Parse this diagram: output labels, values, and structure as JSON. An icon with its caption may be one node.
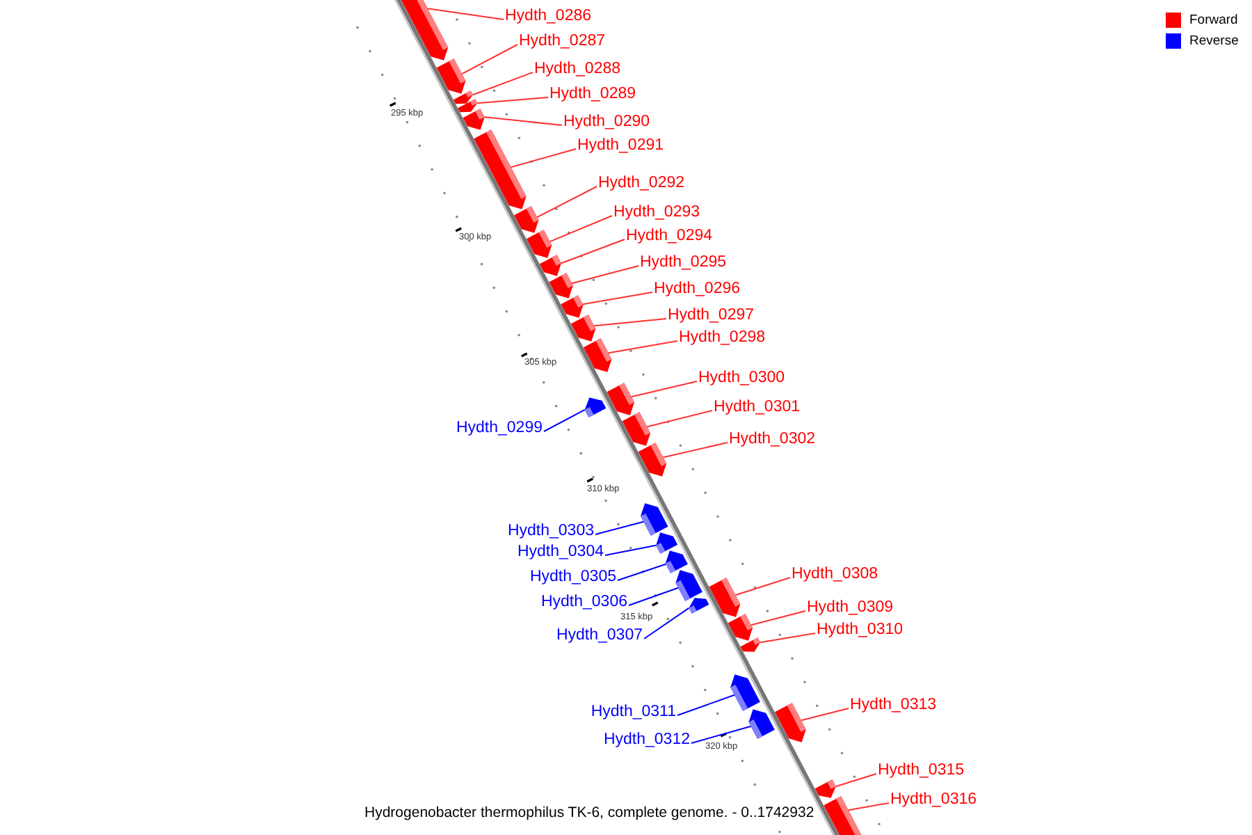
{
  "diagram": {
    "caption": "Hydrogenobacter thermophilus TK-6, complete genome. - 0..1742932",
    "nodes": [
      {
        "text": [
          "Hydth_0286"
        ]
      },
      {
        "text": [],
        "shape": "bar"
      },
      {
        "text": [
          "Hydth_0287"
        ]
      },
      {
        "text": [],
        "shape": "bar"
      },
      {
        "text": [
          "Hydth_0288"
        ]
      },
      {
        "text": [],
        "shape": "bar"
      },
      {
        "text": [
          "Hydth_0289"
        ]
      },
      {
        "text": [],
        "shape": "bar"
      },
      {
        "text": [
          "Hydth_0290"
        ]
      },
      {
        "text": [],
        "shape": "bar"
      },
      {
        "text": [
          "Hydth_0291"
        ]
      },
      {
        "text": [],
        "shape": "bar"
      },
      {
        "text": [
          "Hydth_0292"
        ]
      },
      {
        "text": [],
        "shape": "bar"
      },
      {
        "text": [
          "Hydth_0293"
        ]
      },
      {
        "text": [],
        "shape": "bar"
      },
      {
        "text": [
          "Hydth_0294"
        ]
      },
      {
        "text": [],
        "shape": "bar"
      },
      {
        "text": [
          "Hydth_0295"
        ]
      },
      {
        "text": [],
        "shape": "bar"
      },
      {
        "text": [
          "Hydth_0296"
        ]
      },
      {
        "text": [],
        "shape": "bar"
      },
      {
        "text": [
          "Hydth_0297"
        ]
      },
      {
        "text": [],
        "shape": "bar"
      },
      {
        "text": [
          "Hydth_0298"
        ]
      },
      {
        "text": [],
        "shape": "bar"
      },
      {
        "text": [
          "Hydth_0299"
        ]
      },
      {
        "text": [],
        "shape": "bar"
      },
      {
        "text": [
          "Hydth_0300"
        ]
      },
      {
        "text": [],
        "shape": "bar"
      },
      {
        "text": [
          "Hydth_0301"
        ]
      },
      {
        "text": [],
        "shape": "bar"
      },
      {
        "text": [
          "Hydth_0302"
        ]
      },
      {
        "text": [],
        "shape": "bar"
      },
      {
        "text": [
          "Hydth_0303"
        ]
      },
      {
        "text": [],
        "shape": "bar"
      },
      {
        "text": [
          "Hydth_0304"
        ]
      },
      {
        "text": [],
        "shape": "bar"
      },
      {
        "text": [
          "Hydth_0305"
        ]
      },
      {
        "text": [],
        "shape": "bar"
      },
      {
        "text": [
          "Hydth_0306"
        ]
      },
      {
        "text": [],
        "shape": "bar"
      },
      {
        "text": [
          "Hydth_0307"
        ]
      },
      {
        "text": [],
        "shape": "bar"
      },
      {
        "text": [
          "Hydth_0308"
        ]
      },
      {
        "text": [],
        "shape": "bar"
      },
      {
        "text": [
          "Hydth_0309"
        ]
      },
      {
        "text": [],
        "shape": "bar"
      },
      {
        "text": [
          "Hydth_0310"
        ]
      },
      {
        "text": [],
        "shape": "bar"
      },
      {
        "text": [
          "Hydth_0311"
        ]
      },
      {
        "text": [],
        "shape": "bar"
      },
      {
        "text": [
          "Hydth_0312"
        ]
      },
      {
        "text": [],
        "shape": "bar"
      },
      {
        "text": [
          "Hydth_0313"
        ]
      },
      {
        "text": [],
        "shape": "bar"
      },
      {
        "text": [
          "Hydth_0315"
        ]
      },
      {
        "text": [],
        "shape": "bar"
      },
      {
        "text": [
          "Hydth_0316"
        ]
      },
      {
        "text": [],
        "shape": "bar"
      }
    ],
    "edges": [
      {
        "from": 0,
        "to": 1,
        "arrow": "none"
      },
      {
        "from": 2,
        "to": 3,
        "arrow": "none"
      },
      {
        "from": 4,
        "to": 5,
        "arrow": "none"
      },
      {
        "from": 6,
        "to": 7,
        "arrow": "none"
      },
      {
        "from": 8,
        "to": 9,
        "arrow": "none"
      },
      {
        "from": 10,
        "to": 11,
        "arrow": "none"
      },
      {
        "from": 12,
        "to": 13,
        "arrow": "none"
      },
      {
        "from": 14,
        "to": 15,
        "arrow": "none"
      },
      {
        "from": 16,
        "to": 17,
        "arrow": "none"
      },
      {
        "from": 18,
        "to": 19,
        "arrow": "none"
      },
      {
        "from": 20,
        "to": 21,
        "arrow": "none"
      },
      {
        "from": 22,
        "to": 23,
        "arrow": "none"
      },
      {
        "from": 24,
        "to": 25,
        "arrow": "none"
      },
      {
        "from": 26,
        "to": 27,
        "arrow": "none",
        "color": "#0000ff"
      },
      {
        "from": 28,
        "to": 29,
        "arrow": "none"
      },
      {
        "from": 30,
        "to": 31,
        "arrow": "none"
      },
      {
        "from": 32,
        "to": 33,
        "arrow": "none"
      },
      {
        "from": 34,
        "to": 35,
        "arrow": "none",
        "color": "#0000ff"
      },
      {
        "from": 36,
        "to": 37,
        "arrow": "none",
        "color": "#0000ff"
      },
      {
        "from": 38,
        "to": 39,
        "arrow": "none",
        "color": "#0000ff"
      },
      {
        "from": 40,
        "to": 41,
        "arrow": "none",
        "color": "#0000ff"
      },
      {
        "from": 42,
        "to": 43,
        "arrow": "none",
        "color": "#0000ff"
      },
      {
        "from": 44,
        "to": 45,
        "arrow": "none"
      },
      {
        "from": 46,
        "to": 47,
        "arrow": "none"
      },
      {
        "from": 48,
        "to": 49,
        "arrow": "none"
      },
      {
        "from": 50,
        "to": 51,
        "arrow": "none",
        "color": "#0000ff"
      },
      {
        "from": 52,
        "to": 53,
        "arrow": "none",
        "color": "#0000ff"
      },
      {
        "from": 54,
        "to": 55,
        "arrow": "none"
      },
      {
        "from": 56,
        "to": 57,
        "arrow": "none"
      },
      {
        "from": 58,
        "to": 59,
        "arrow": "none"
      }
    ],
    "labels": [
      "295 kbp",
      "300 kbp",
      "305 kbp",
      "310 kbp",
      "315 kbp",
      "320 kbp"
    ],
    "legend": [
      {
        "text": "Forward",
        "color": "#ff0000"
      },
      {
        "text": "Reverse",
        "color": "#0000ff"
      }
    ]
  }
}
